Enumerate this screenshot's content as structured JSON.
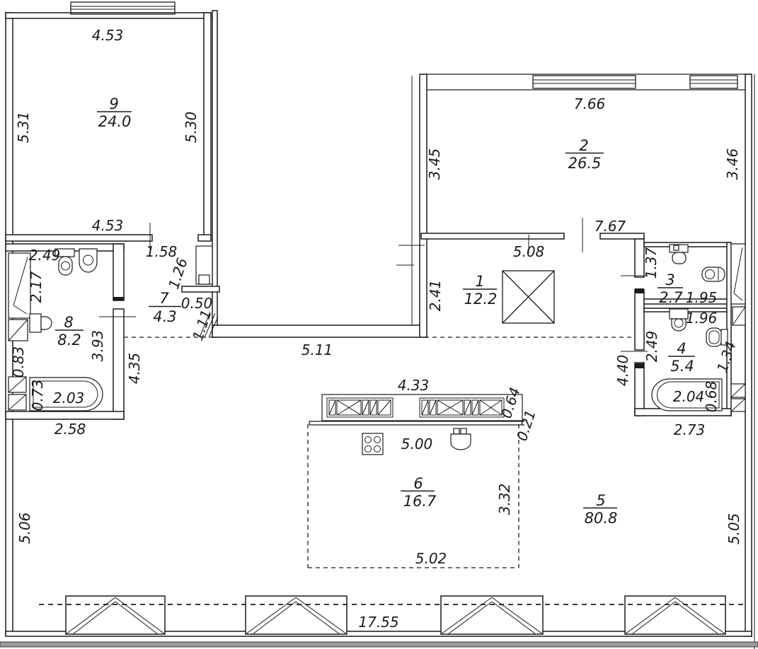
{
  "plan": {
    "rooms": {
      "r1": {
        "num": "1",
        "area": "12.2"
      },
      "r2": {
        "num": "2",
        "area": "26.5"
      },
      "r3": {
        "num": "3",
        "area": "2.7"
      },
      "r4": {
        "num": "4",
        "area": "5.4"
      },
      "r5": {
        "num": "5",
        "area": "80.8"
      },
      "r6": {
        "num": "6",
        "area": "16.7"
      },
      "r7": {
        "num": "7",
        "area": "4.3"
      },
      "r8": {
        "num": "8",
        "area": "8.2"
      },
      "r9": {
        "num": "9",
        "area": "24.0"
      }
    },
    "dims": {
      "r9_top": "4.53",
      "r9_left": "5.31",
      "r9_right": "5.30",
      "r9_bottom": "4.53",
      "r2_top": "7.66",
      "r2_left": "3.45",
      "r2_right": "3.46",
      "r2_bottom": "7.67",
      "r1_top": "5.08",
      "r1_left": "2.41",
      "r7_top": "1.58",
      "r7_niche_depth": "1.26",
      "r7_niche_width": "0.50",
      "r7_entry": "1.11",
      "r7_below": "4.35",
      "r8_top": "2.49",
      "r8_left": "2.17",
      "r8_right": "3.93",
      "r8_shelf": "0.83",
      "r8_tub_width": "0.73",
      "r8_tub_length": "2.03",
      "r8_bottom": "2.58",
      "r3_left": "1.37",
      "r3_width": "1.95",
      "r4_top": "1.96",
      "r4_left": "2.49",
      "r4_wc": "1.34",
      "r4_outer_left": "4.40",
      "r4_tub_length": "2.04",
      "r4_tub_width": "0.68",
      "r4_bottom": "2.73",
      "core_bottom": "5.11",
      "kitchen_top": "4.33",
      "kitchen_depth": "0.64",
      "kitchen_edge": "0.21",
      "kitchen_length": "5.00",
      "z6_right": "3.32",
      "z6_bottom": "5.02",
      "left_height": "5.06",
      "right_height": "5.05",
      "bottom_width": "17.55"
    }
  }
}
